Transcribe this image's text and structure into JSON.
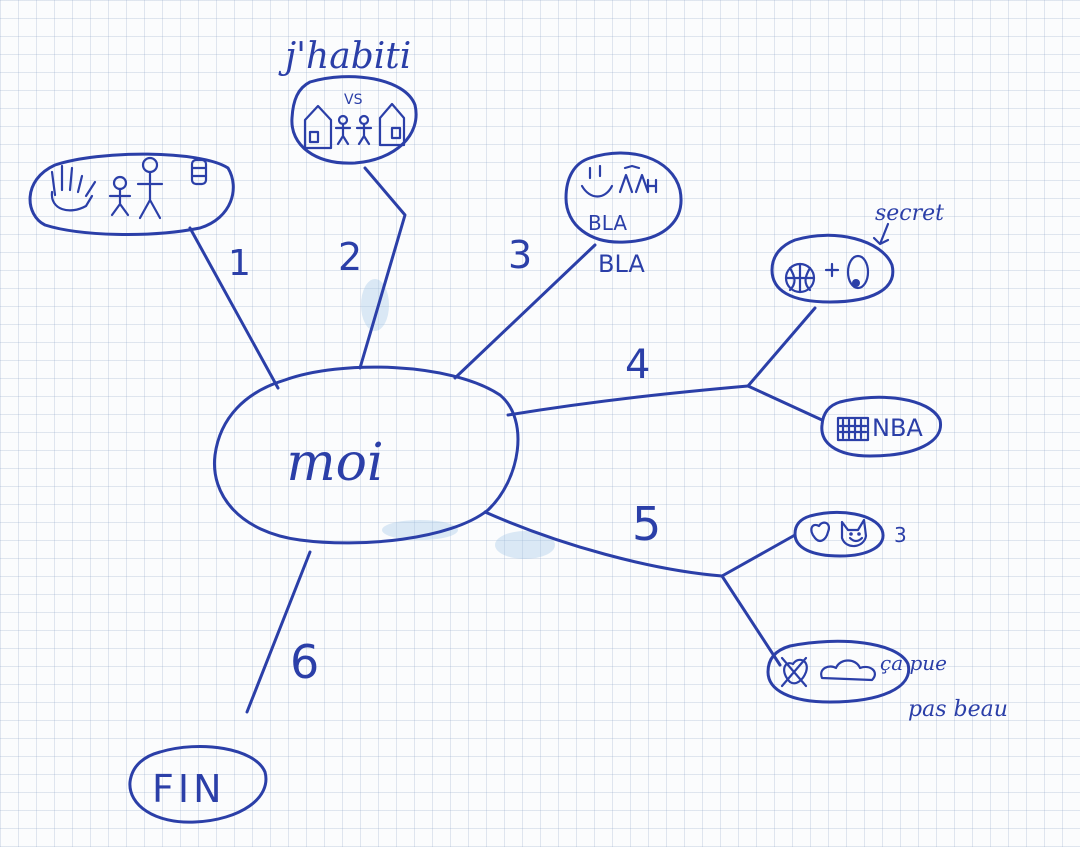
{
  "center": {
    "label": "moi"
  },
  "branch_numbers": [
    "1",
    "2",
    "3",
    "4",
    "5",
    "6"
  ],
  "nodes": {
    "habiti_caption": "j'habiti",
    "vs_label": "VS",
    "bla_inside": "BLA",
    "bla_below": "BLA",
    "secret_label": "secret",
    "nba_label": "NBA",
    "three_label": "3",
    "ca_pue_line1": "ça pue",
    "ca_pue_line2": "pas beau",
    "fin_label": "FIN"
  },
  "colors": {
    "ink": "#2b3fa8",
    "paper": "#fbfcfd",
    "grid": "#96aac8"
  },
  "icons": [
    "waving-hand-icon",
    "stick-figure-icon",
    "cup-icon",
    "house-icon",
    "smiley-icon",
    "basketball-icon",
    "target-icon",
    "tv-icon",
    "heart-icon",
    "cat-face-icon",
    "crossed-heart-icon",
    "cloud-icon"
  ]
}
